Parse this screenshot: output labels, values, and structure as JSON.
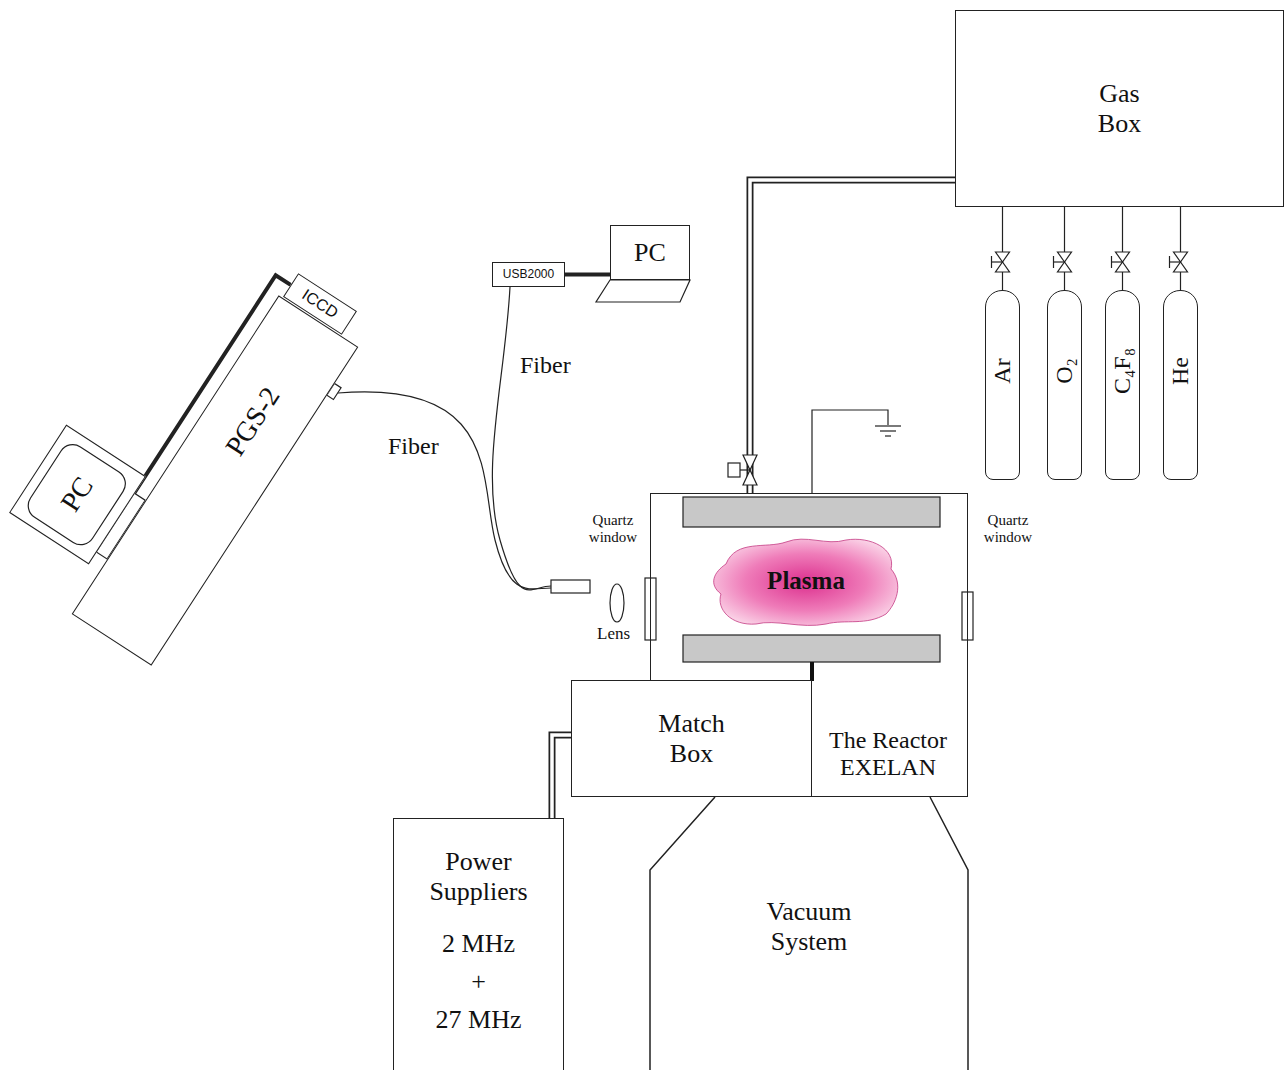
{
  "diagram": {
    "nodes": [
      {
        "text": [
          "Gas Box"
        ]
      },
      {
        "text": [
          "PC"
        ]
      },
      {
        "text": [
          "USB2000"
        ]
      },
      {
        "text": [
          "ICCD"
        ]
      },
      {
        "text": [
          "PC"
        ]
      },
      {
        "text": [
          "PGS-2"
        ]
      },
      {
        "text": [
          "Ar"
        ]
      },
      {
        "text": [
          "O₂"
        ]
      },
      {
        "text": [
          "C₄F₈"
        ]
      },
      {
        "text": [
          "He"
        ]
      },
      {
        "text": [
          "The Reactor EXELAN"
        ]
      },
      {
        "text": [
          "Plasma"
        ],
        "in": 10
      },
      {
        "text": [
          "Match Box"
        ]
      },
      {
        "text": [
          "Power Suppliers",
          "2 MHz",
          "+",
          "27 MHz"
        ]
      },
      {
        "text": [
          "Vacuum System"
        ]
      }
    ],
    "edges": [
      {
        "from": 0,
        "to": 10,
        "arrow": "none"
      },
      {
        "from": 0,
        "to": 6,
        "arrow": "none"
      },
      {
        "from": 0,
        "to": 7,
        "arrow": "none"
      },
      {
        "from": 0,
        "to": 8,
        "arrow": "none"
      },
      {
        "from": 0,
        "to": 9,
        "arrow": "none"
      },
      {
        "from": 2,
        "to": 1,
        "arrow": "none"
      },
      {
        "from": 3,
        "to": 4,
        "arrow": "none"
      },
      {
        "from": 13,
        "to": 12,
        "arrow": "none"
      }
    ],
    "labels": [
      "Fiber",
      "Fiber",
      "Quartz window",
      "Quartz window",
      "Lens"
    ]
  }
}
